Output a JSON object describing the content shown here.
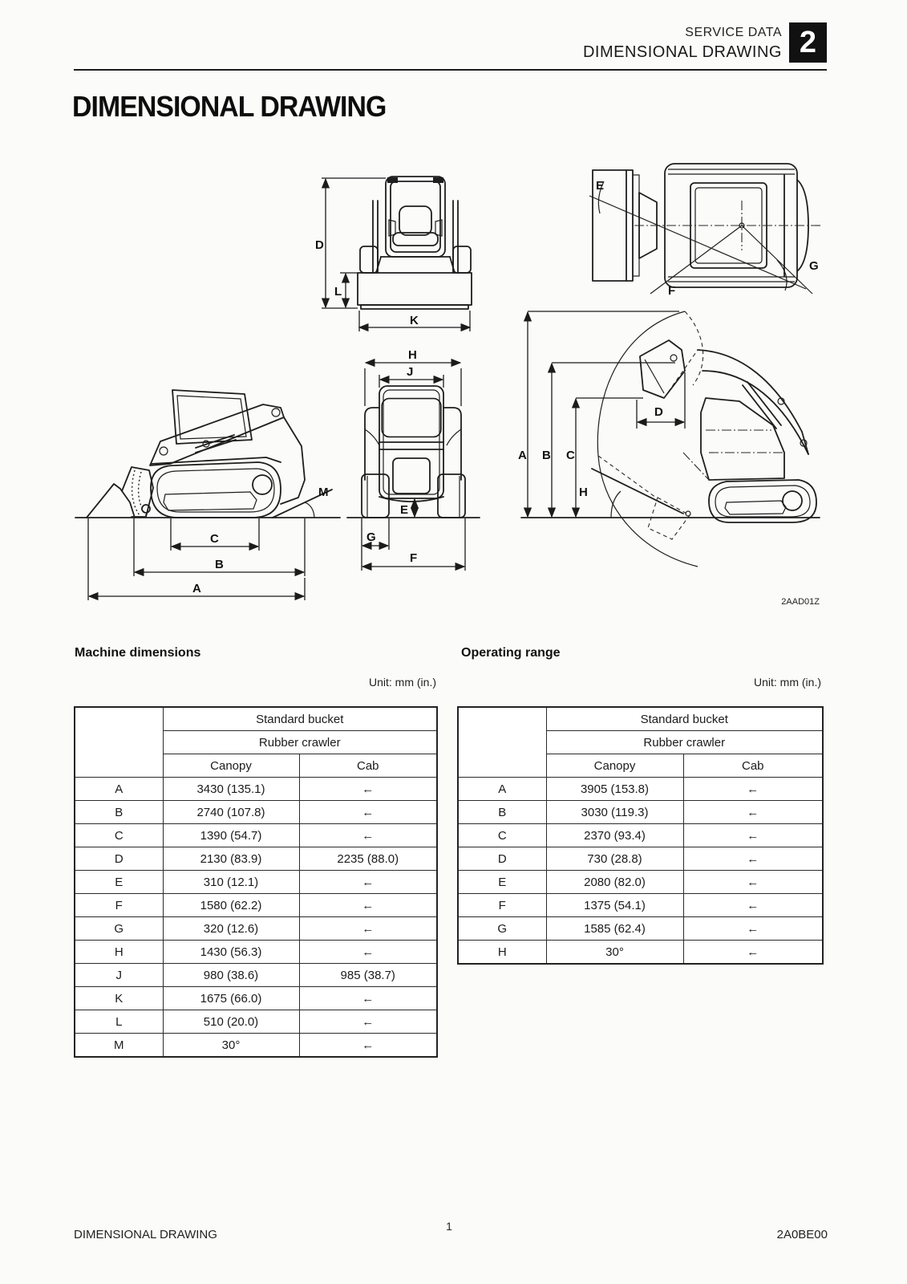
{
  "header": {
    "breadcrumb_line1": "SERVICE DATA",
    "breadcrumb_line2": "DIMENSIONAL DRAWING",
    "chapter_badge": "2"
  },
  "title": "DIMENSIONAL DRAWING",
  "figure": {
    "code": "2AAD01Z",
    "front_view": {
      "d": "D",
      "l": "L",
      "k": "K"
    },
    "top_view": {
      "e": "E",
      "f": "F",
      "g": "G"
    },
    "side_view": {
      "m": "M",
      "c": "C",
      "b": "B",
      "a": "A"
    },
    "rear_view": {
      "h": "H",
      "j": "J",
      "e": "E",
      "g": "G",
      "f": "F"
    },
    "range_view": {
      "a": "A",
      "b": "B",
      "c": "C",
      "d": "D",
      "h": "H"
    }
  },
  "machine_dimensions": {
    "heading": "Machine dimensions",
    "unit": "Unit: mm (in.)",
    "group_header": "Standard bucket",
    "subgroup_header": "Rubber crawler",
    "col_canopy": "Canopy",
    "col_cab": "Cab",
    "rows": [
      {
        "key": "A",
        "canopy": "3430 (135.1)",
        "cab": "←"
      },
      {
        "key": "B",
        "canopy": "2740 (107.8)",
        "cab": "←"
      },
      {
        "key": "C",
        "canopy": "1390 (54.7)",
        "cab": "←"
      },
      {
        "key": "D",
        "canopy": "2130 (83.9)",
        "cab": "2235 (88.0)"
      },
      {
        "key": "E",
        "canopy": "310 (12.1)",
        "cab": "←"
      },
      {
        "key": "F",
        "canopy": "1580 (62.2)",
        "cab": "←"
      },
      {
        "key": "G",
        "canopy": "320 (12.6)",
        "cab": "←"
      },
      {
        "key": "H",
        "canopy": "1430 (56.3)",
        "cab": "←"
      },
      {
        "key": "J",
        "canopy": "980 (38.6)",
        "cab": "985 (38.7)"
      },
      {
        "key": "K",
        "canopy": "1675 (66.0)",
        "cab": "←"
      },
      {
        "key": "L",
        "canopy": "510 (20.0)",
        "cab": "←"
      },
      {
        "key": "M",
        "canopy": "30°",
        "cab": "←"
      }
    ]
  },
  "operating_range": {
    "heading": "Operating range",
    "unit": "Unit: mm (in.)",
    "group_header": "Standard bucket",
    "subgroup_header": "Rubber crawler",
    "col_canopy": "Canopy",
    "col_cab": "Cab",
    "rows": [
      {
        "key": "A",
        "canopy": "3905 (153.8)",
        "cab": "←"
      },
      {
        "key": "B",
        "canopy": "3030 (119.3)",
        "cab": "←"
      },
      {
        "key": "C",
        "canopy": "2370 (93.4)",
        "cab": "←"
      },
      {
        "key": "D",
        "canopy": "730 (28.8)",
        "cab": "←"
      },
      {
        "key": "E",
        "canopy": "2080 (82.0)",
        "cab": "←"
      },
      {
        "key": "F",
        "canopy": "1375 (54.1)",
        "cab": "←"
      },
      {
        "key": "G",
        "canopy": "1585 (62.4)",
        "cab": "←"
      },
      {
        "key": "H",
        "canopy": "30°",
        "cab": "←"
      }
    ]
  },
  "footer": {
    "left": "DIMENSIONAL DRAWING",
    "page_number": "1",
    "right": "2A0BE00"
  }
}
